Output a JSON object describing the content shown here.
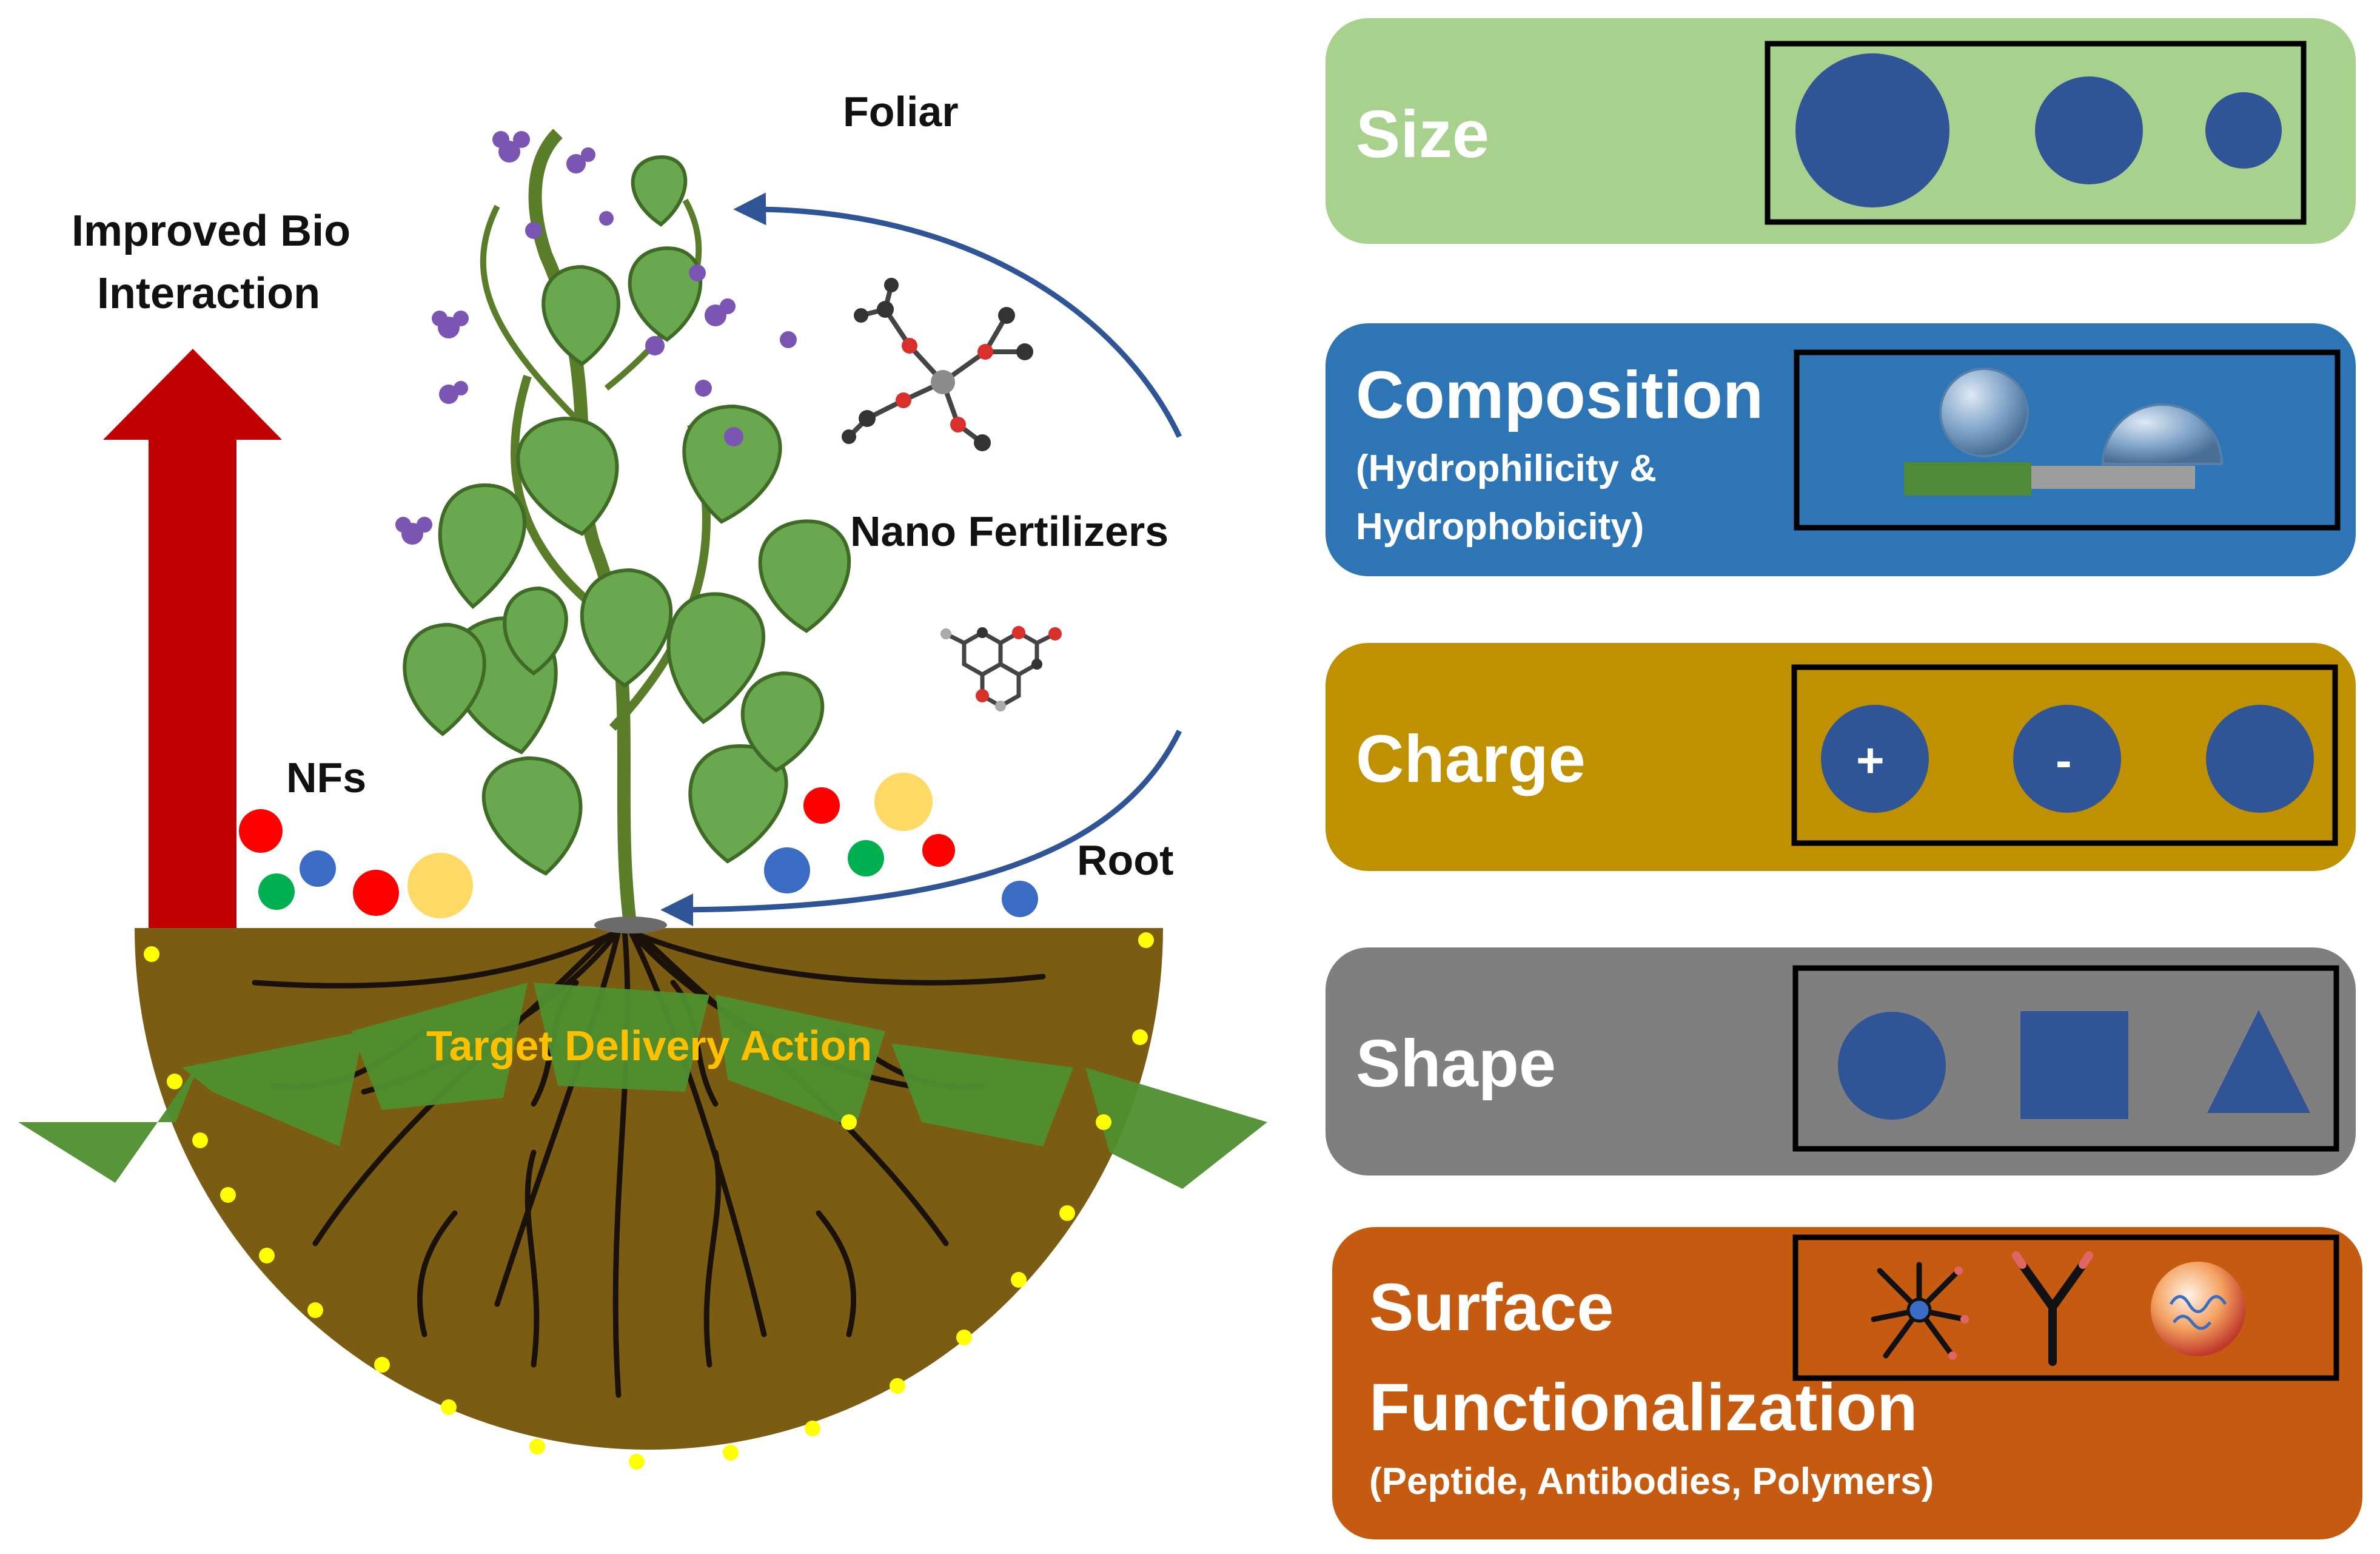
{
  "left": {
    "arrow_label": [
      "Improved Bio",
      "Interaction"
    ],
    "foliar_label": "Foliar",
    "nano_fertilizers_label": "Nano Fertilizers",
    "nfs_label": "NFs",
    "root_label": "Root",
    "soil_label": "Target Delivery Action"
  },
  "panels": [
    {
      "key": "size",
      "title": "Size",
      "subtitle": [],
      "color": "#a9d18e",
      "icons": [
        "large-circle",
        "medium-circle",
        "small-circle"
      ]
    },
    {
      "key": "composition",
      "title": "Composition",
      "subtitle": [
        "(Hydrophilicity &",
        "Hydrophobicity)"
      ],
      "color": "#2e75b6",
      "icons": [
        "hydrophilic-droplet",
        "hydrophobic-droplet"
      ]
    },
    {
      "key": "charge",
      "title": "Charge",
      "subtitle": [],
      "color": "#bf9000",
      "icons": [
        "positive-particle",
        "negative-particle",
        "neutral-particle"
      ],
      "charge_marks": [
        "+",
        "-",
        ""
      ]
    },
    {
      "key": "shape",
      "title": "Shape",
      "subtitle": [],
      "color": "#7f7f7f",
      "icons": [
        "circle",
        "square",
        "triangle"
      ]
    },
    {
      "key": "surface",
      "title": [
        "Surface",
        "Functionalization"
      ],
      "subtitle": [
        "(Peptide, Antibodies, Polymers)"
      ],
      "color": "#c55a11",
      "icons": [
        "peptide",
        "antibody",
        "polymer"
      ]
    }
  ],
  "colors": {
    "arrow_red": "#c00000",
    "curve_arrow_blue": "#2f5597",
    "particle_blue": "#2f5597",
    "soil_brown": "#7a5c12",
    "leaf_green": "#6aa84f",
    "flower_purple": "#7b55b3",
    "soil_text_yellow": "#ffc000"
  }
}
